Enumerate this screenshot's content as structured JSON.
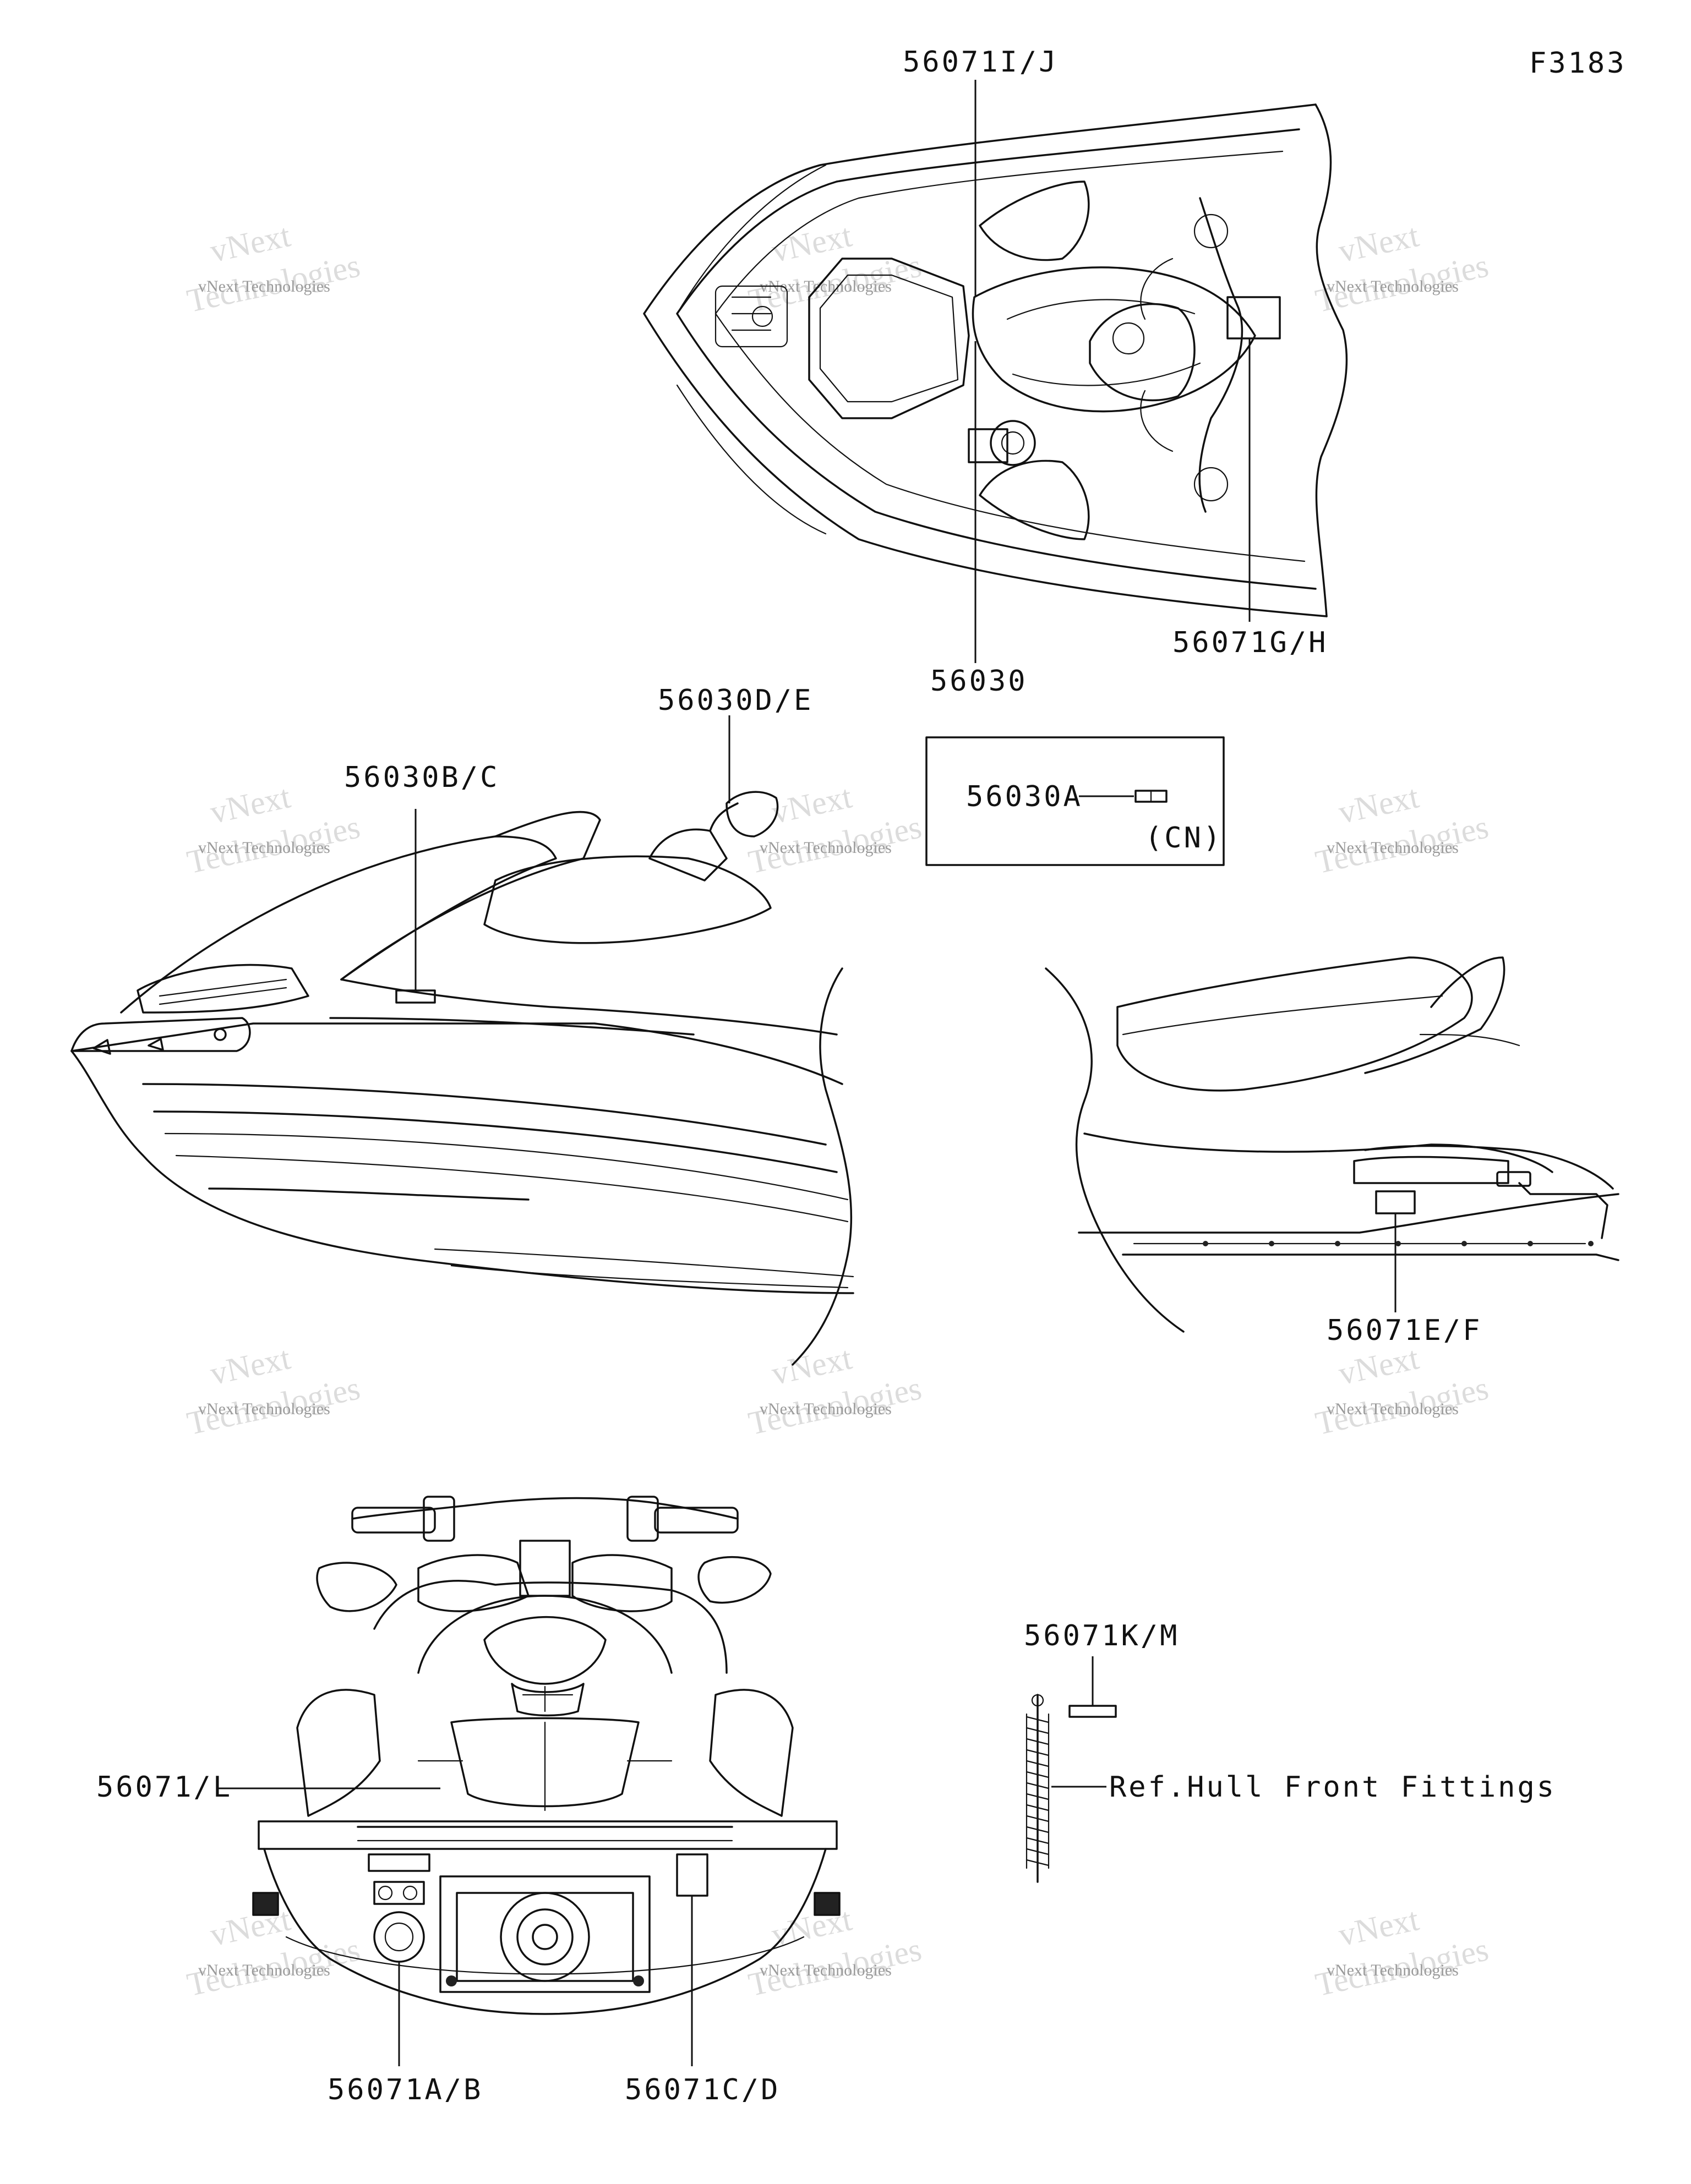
{
  "figure_code": "F3183",
  "watermark": {
    "brand": "vNext",
    "line": "vNext Technologies",
    "big": "Technologies"
  },
  "views": {
    "top": {
      "callouts": [
        {
          "id": "label-56071ij",
          "text": "56071I/J"
        },
        {
          "id": "label-56030",
          "text": "56030"
        },
        {
          "id": "label-56071gh",
          "text": "56071G/H"
        }
      ]
    },
    "side": {
      "callouts": [
        {
          "id": "label-56030de",
          "text": "56030D/E"
        },
        {
          "id": "label-56030bc",
          "text": "56030B/C"
        }
      ]
    },
    "inset": {
      "part": "56030A",
      "region": "(CN)"
    },
    "rear_side": {
      "callouts": [
        {
          "id": "label-56071ef",
          "text": "56071E/F"
        }
      ]
    },
    "rear": {
      "callouts": [
        {
          "id": "label-56071l",
          "text": "56071/L"
        },
        {
          "id": "label-56071ab",
          "text": "56071A/B"
        },
        {
          "id": "label-56071cd",
          "text": "56071C/D"
        }
      ]
    },
    "fittings": {
      "part": "56071K/M",
      "reference": "Ref.Hull Front Fittings"
    }
  }
}
